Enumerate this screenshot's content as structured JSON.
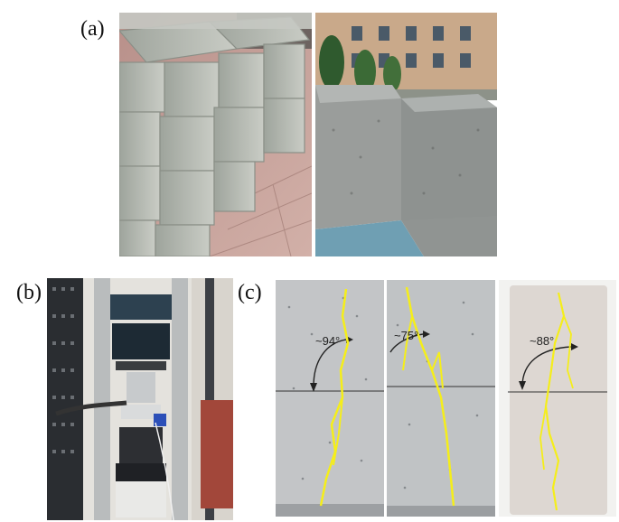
{
  "figure": {
    "labels": {
      "a": "(a)",
      "b": "(b)",
      "c": "(c)"
    },
    "panel_c": {
      "specimens": [
        {
          "angle_label": "~94°"
        },
        {
          "angle_label": "~75°"
        },
        {
          "angle_label": "~88°"
        }
      ]
    }
  },
  "colors": {
    "crack": "#f5ee1a",
    "block": "#b7b9b4",
    "specimen_gray": "#bfc1c3",
    "specimen_white": "#ded8d3"
  }
}
